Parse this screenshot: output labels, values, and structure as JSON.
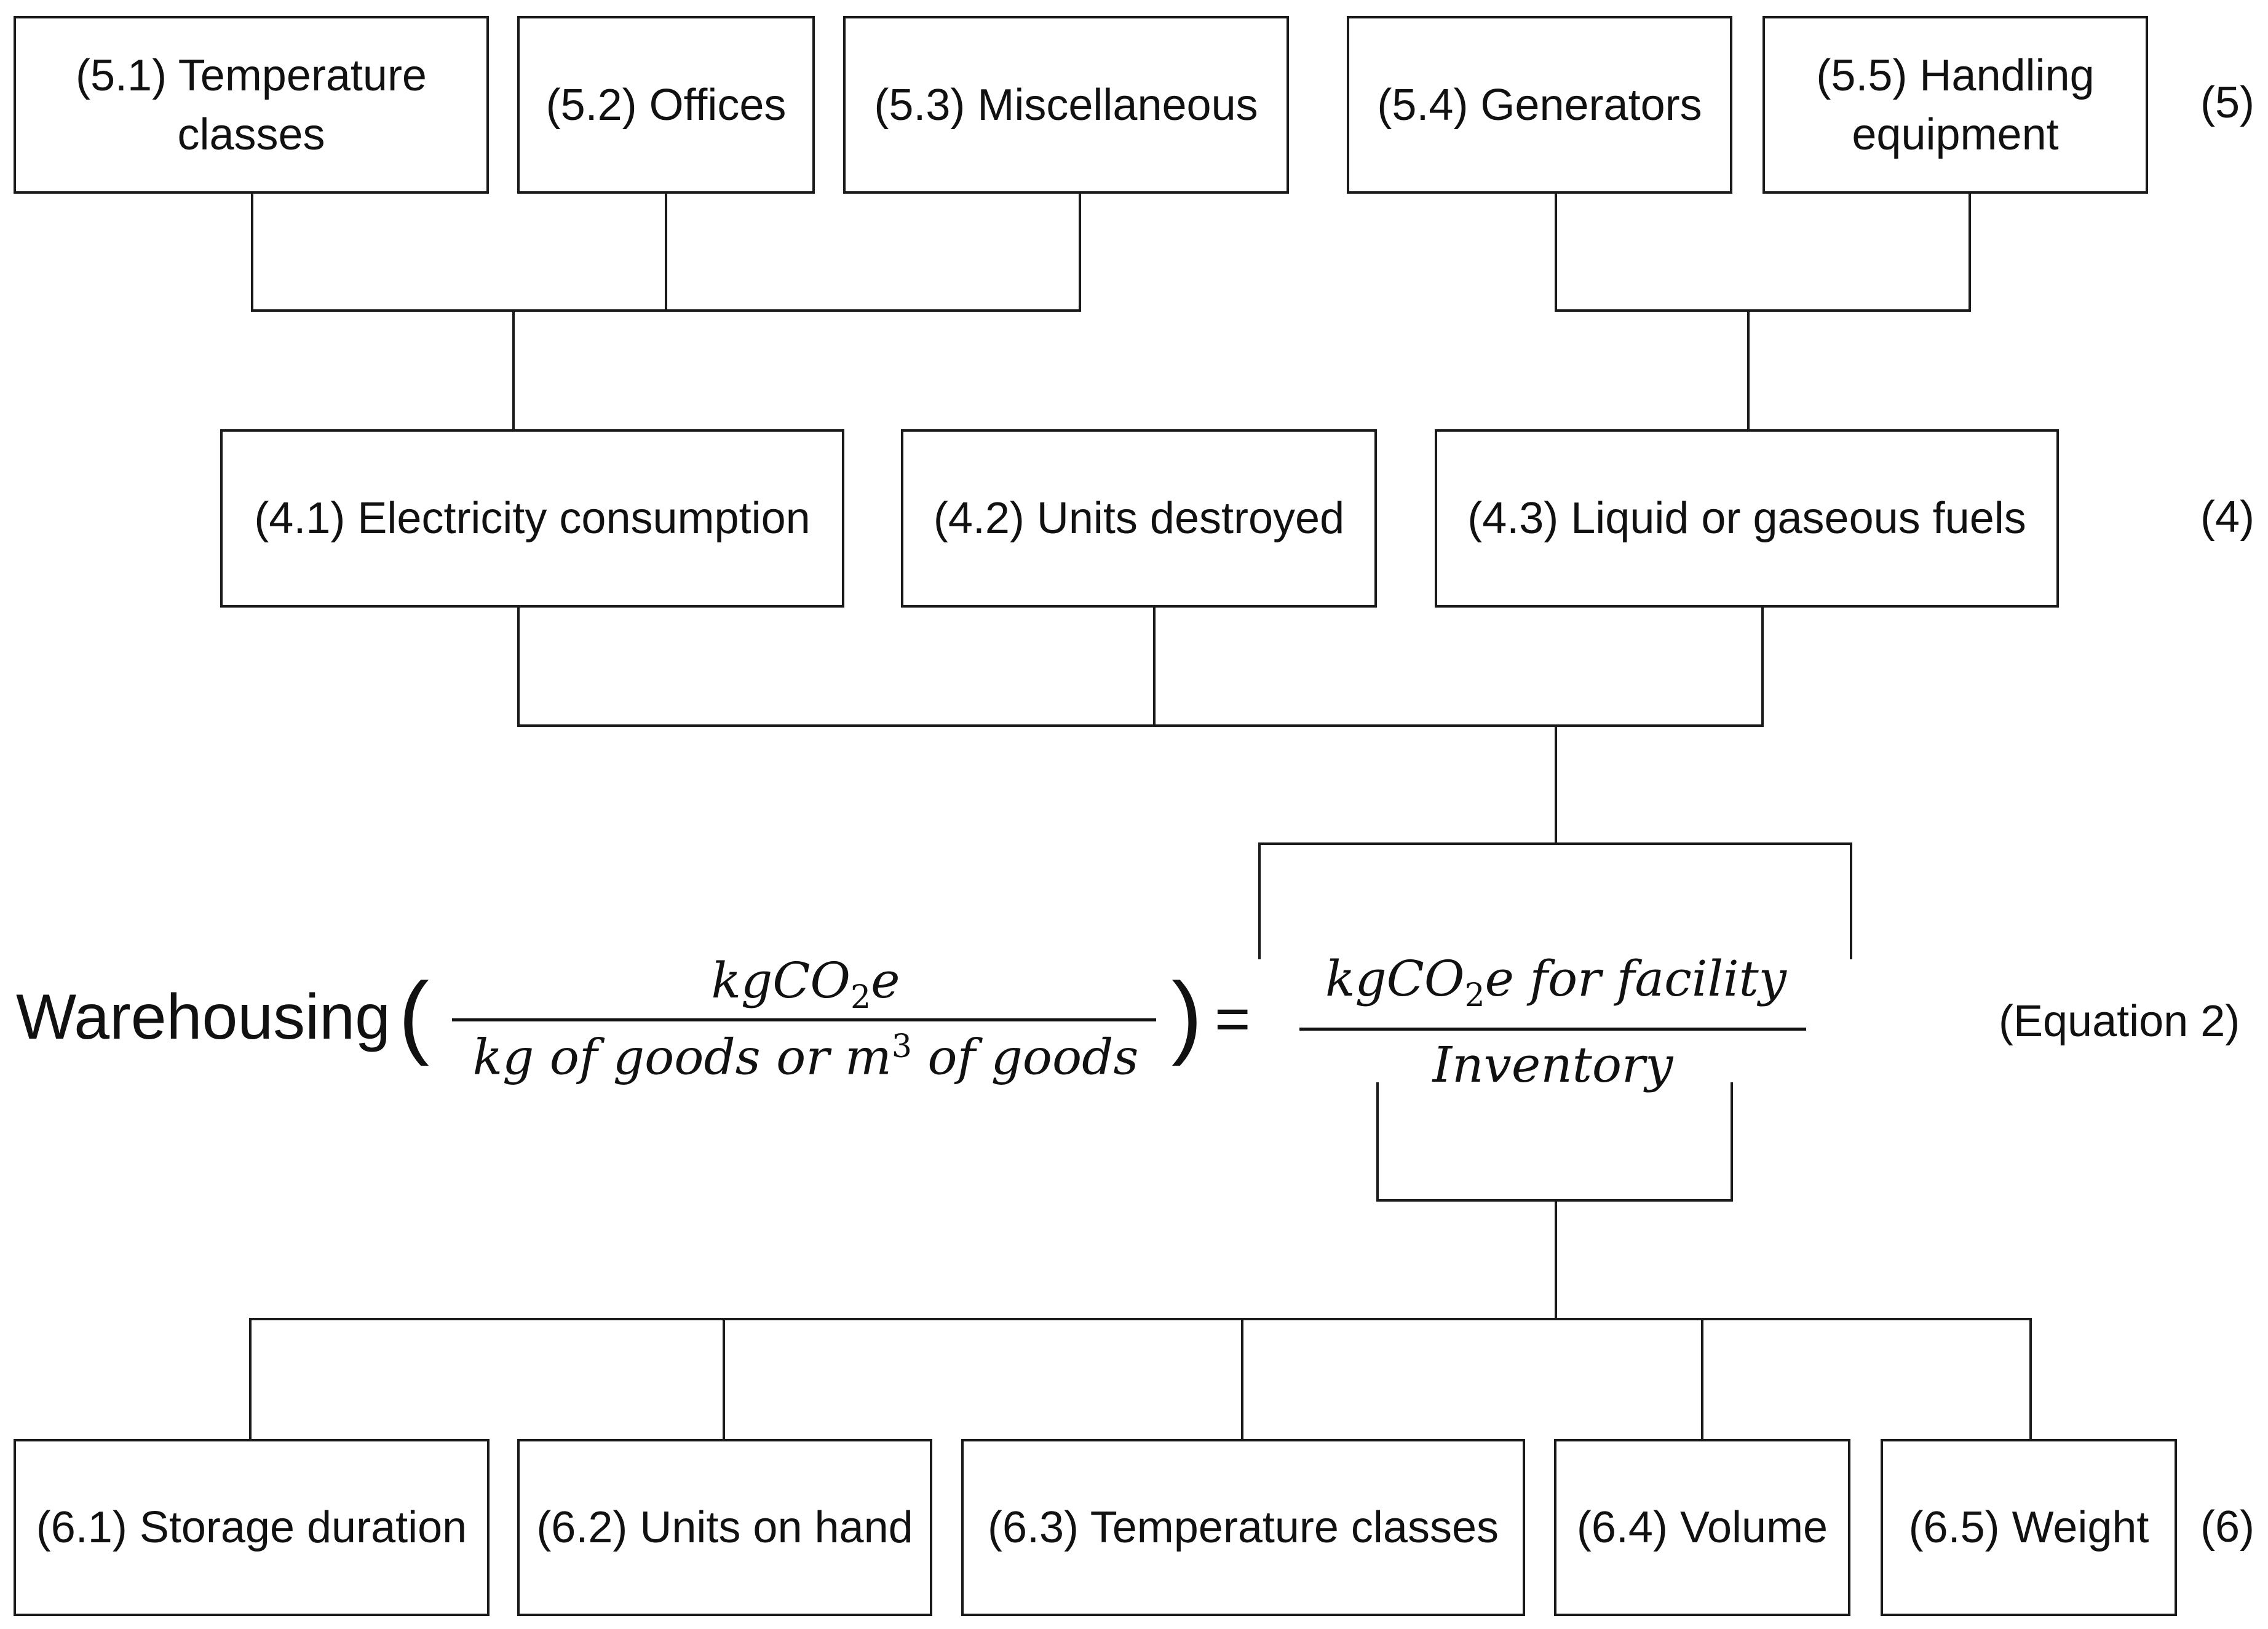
{
  "level5": {
    "row_label": "(5)",
    "boxes": [
      {
        "id": "5.1",
        "text": "(5.1) Temperature classes"
      },
      {
        "id": "5.2",
        "text": "(5.2) Offices"
      },
      {
        "id": "5.3",
        "text": "(5.3) Miscellaneous"
      },
      {
        "id": "5.4",
        "text": "(5.4) Generators"
      },
      {
        "id": "5.5",
        "text": "(5.5) Handling equipment"
      }
    ]
  },
  "level4": {
    "row_label": "(4)",
    "boxes": [
      {
        "id": "4.1",
        "text": "(4.1) Electricity consumption"
      },
      {
        "id": "4.2",
        "text": "(4.2) Units destroyed"
      },
      {
        "id": "4.3",
        "text": "(4.3) Liquid or gaseous fuels"
      }
    ]
  },
  "equation": {
    "lhs_label": "Warehousing",
    "open_paren": "(",
    "close_paren": ")",
    "lhs_numerator_base": "kgCO",
    "lhs_numerator_sub": "2",
    "lhs_numerator_tail": "e",
    "lhs_denominator_head": "kg of goods or m",
    "lhs_denominator_sup": "3",
    "lhs_denominator_tail": " of goods",
    "equals": "=",
    "rhs_numerator_base": "kgCO",
    "rhs_numerator_sub": "2",
    "rhs_numerator_tail": "e for facility",
    "rhs_denominator": "Inventory",
    "label": "(Equation 2)"
  },
  "level6": {
    "row_label": "(6)",
    "boxes": [
      {
        "id": "6.1",
        "text": "(6.1) Storage duration"
      },
      {
        "id": "6.2",
        "text": "(6.2) Units on hand"
      },
      {
        "id": "6.3",
        "text": "(6.3) Temperature classes"
      },
      {
        "id": "6.4",
        "text": "(6.4) Volume"
      },
      {
        "id": "6.5",
        "text": "(6.5) Weight"
      }
    ]
  }
}
